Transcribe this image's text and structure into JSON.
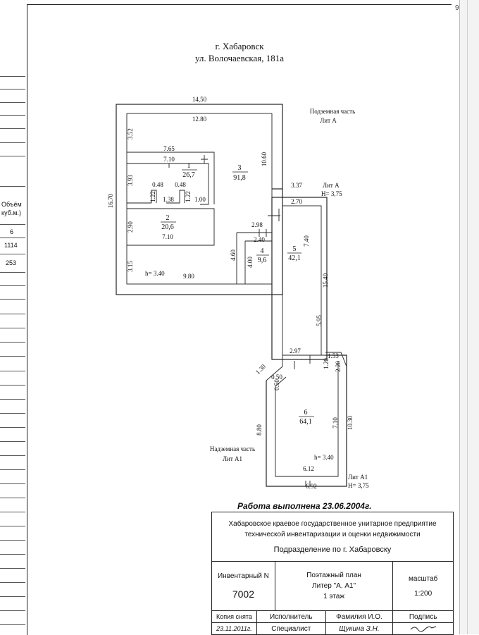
{
  "page_number": "9",
  "address": {
    "city": "г. Хабаровск",
    "street": "ул. Волочаевская, 181а"
  },
  "left_strip": {
    "header1": "Объём",
    "header2": "куб.м.)",
    "col_no": "6",
    "value1": "1114",
    "value2": "253"
  },
  "plan": {
    "underground_label": "Подземная часть",
    "underground_lit": "Лит А",
    "aboveground_label": "Надземная часть",
    "aboveground_lit": "Лит А1",
    "lit_a_marker": "Лит А",
    "lit_a_height": "Н= 3,75",
    "lit_a1_marker": "Лит А1",
    "lit_a1_height": "Н= 3,75",
    "height_a": "h= 3.40",
    "height_a1": "h= 3.40",
    "rooms": [
      {
        "number": "1",
        "area": "26,7"
      },
      {
        "number": "2",
        "area": "20,6"
      },
      {
        "number": "3",
        "area": "91,8"
      },
      {
        "number": "4",
        "area": "9,6"
      },
      {
        "number": "5",
        "area": "42,1"
      },
      {
        "number": "6",
        "area": "64,1"
      }
    ],
    "dims": {
      "d1450": "14,50",
      "d1280": "12.80",
      "d352": "3.52",
      "d765": "7.65",
      "d710a": "7.10",
      "d1060": "10.60",
      "d393": "3.93",
      "d1670": "16.70",
      "d048a": "0.48",
      "d048b": "0.48",
      "d122a": "1.22",
      "d138": "1.38",
      "d122b": "1.22",
      "d100": "1.00",
      "d337": "3.37",
      "d270": "2.70",
      "d290": "2.90",
      "d710b": "7.10",
      "d298": "2.98",
      "d240": "2.40",
      "d460": "4.60",
      "d400": "4.00",
      "d740": "7.40",
      "d315": "3.15",
      "d980": "9.80",
      "d1540": "15.40",
      "d595": "5.95",
      "d297": "2.97",
      "d130": "1.30",
      "d050": "0.50",
      "d050b": "0.50",
      "d153": "1.53",
      "d120": "1.20",
      "d220": "2.20",
      "d880": "8.80",
      "d710c": "7.10",
      "d1030": "10.30",
      "d612": "6.12",
      "d692": "6.92"
    }
  },
  "stamp": {
    "completed": "Работа выполнена 23.06.2004г.",
    "org_line1": "Хабаровское краевое государственное унитарное предприятие",
    "org_line2": "технической инвентаризации и оценки недвижимости",
    "subdivision": "Подразделение по г. Хабаровску",
    "inv_label": "Инвентарный N",
    "inv_value": "7002",
    "plan_title": "Поэтажный план",
    "plan_liter": "Литер \"А. А1\"",
    "plan_floor": "1 этаж",
    "scale_label": "масштаб",
    "scale_value": "1:200",
    "copy_label": "Копия снята",
    "copy_date": "23.11.2011г.",
    "performer_label": "Исполнитель",
    "performer_value": "Специалист",
    "name_label": "Фамилия И.О.",
    "name_value": "Щукина З.Н.",
    "sign_label": "Подпись"
  }
}
